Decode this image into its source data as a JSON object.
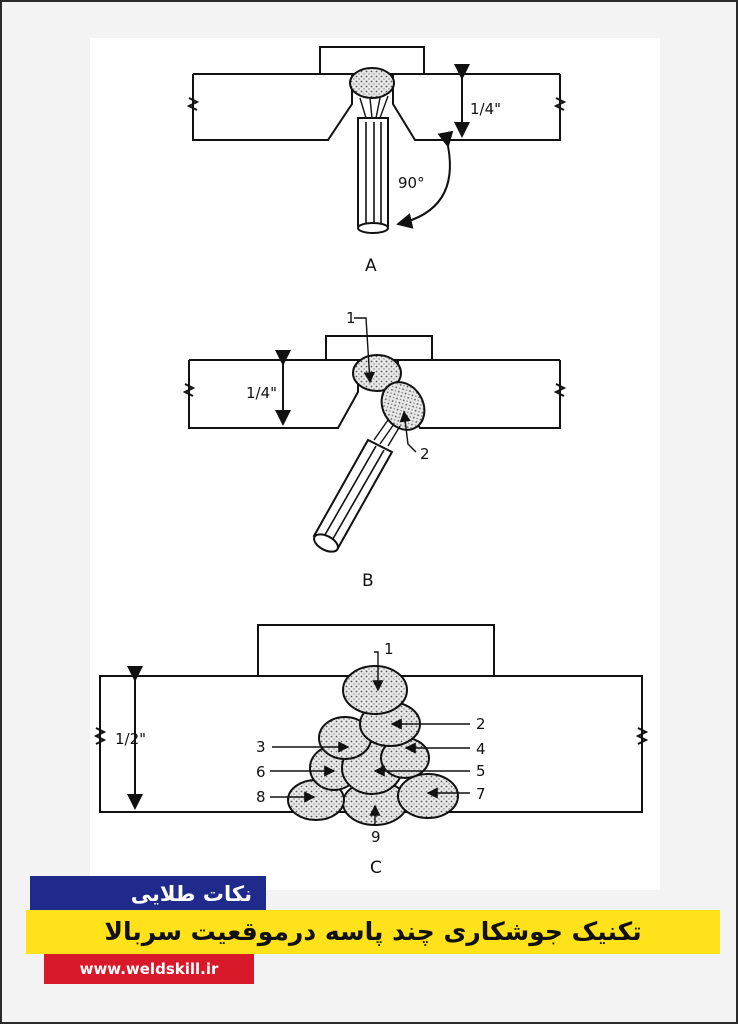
{
  "figure_a": {
    "caption": "A",
    "thickness_label": "1/4\"",
    "angle_label": "90°"
  },
  "figure_b": {
    "caption": "B",
    "thickness_label": "1/4\"",
    "pass_labels": [
      "1",
      "2"
    ]
  },
  "figure_c": {
    "caption": "C",
    "thickness_label": "1/2\"",
    "pass_labels": [
      "1",
      "2",
      "3",
      "4",
      "5",
      "6",
      "7",
      "8",
      "9"
    ]
  },
  "banner": {
    "badge": "نکات طلایی",
    "title": "تکنیک جوشکاری چند پاسه درموقعیت سربالا",
    "url": "www.weldskill.ir"
  },
  "colors": {
    "badge_bg": "#1f2a8c",
    "title_bg": "#ffe21a",
    "url_bg": "#d7192a"
  }
}
